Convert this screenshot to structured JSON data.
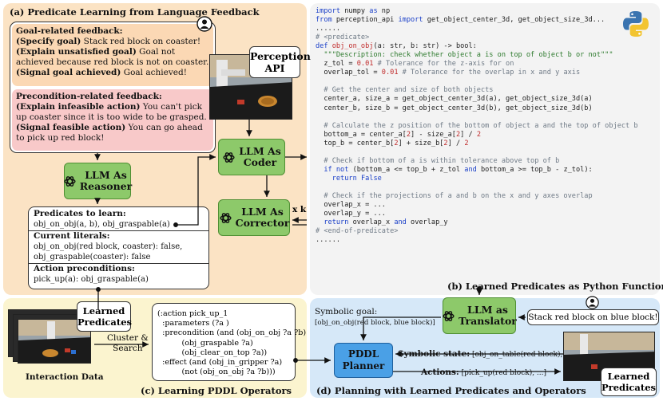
{
  "panels": {
    "a_title": "(a) Predicate Learning from Language Feedback",
    "b_title": "(b) Learned Predicates as Python Functions",
    "c_title": "(c) Learning PDDL Operators",
    "d_title": "(d) Planning with Learned Predicates and Operators"
  },
  "goal_feedback": {
    "heading": "Goal-related feedback:",
    "l1_tag": "(Specify goal)",
    "l1_text": " Stack red block on coaster!",
    "l2_tag": "(Explain unsatisfied goal)",
    "l2_text": " Goal not achieved because red block is not on coaster.",
    "l3_tag": "(Signal goal achieved)",
    "l3_text": " Goal achieved!"
  },
  "precond_feedback": {
    "heading": "Precondition-related feedback:",
    "l1_tag": "(Explain infeasible action)",
    "l1_text": " You can't pick up coaster since it is too wide to be grasped.",
    "l2_tag": "(Signal feasible action)",
    "l2_text": " You can go ahead to pick up red block!"
  },
  "llm": {
    "reasoner_a": "LLM As",
    "reasoner_b": "Reasoner",
    "coder_a": "LLM As",
    "coder_b": "Coder",
    "corrector_a": "LLM As",
    "corrector_b": "Corrector",
    "translator_a": "LLM as",
    "translator_b": "Translator"
  },
  "perception": {
    "a": "Perception",
    "b": "API"
  },
  "xk": "x k",
  "predicates_box": {
    "learn_h": "Predicates to learn:",
    "learn_v": "obj_on_obj(a, b), obj_graspable(a)",
    "lit_h": "Current literals:",
    "lit_v1": "obj_on_obj(red block, coaster): false,",
    "lit_v2": "obj_graspable(coaster): false",
    "pre_h": "Action preconditions:",
    "pre_v": "pick_up(a): obj_graspable(a)"
  },
  "code_lines": [
    [
      [
        "kw",
        "import"
      ],
      [
        "",
        "  numpy "
      ],
      [
        "kw",
        "as"
      ],
      [
        "",
        "  np"
      ]
    ],
    [
      [
        "kw",
        "from"
      ],
      [
        "",
        "  perception_api "
      ],
      [
        "kw",
        "import"
      ],
      [
        "",
        "  get_object_center_3d, get_object_size_3d..."
      ]
    ],
    [
      [
        "",
        "......"
      ]
    ],
    [
      [
        "cm",
        "# <predicate>"
      ]
    ],
    [
      [
        "kw",
        "def"
      ],
      [
        "",
        "  "
      ],
      [
        "fn",
        "obj_on_obj"
      ],
      [
        "",
        "(a: str, b: str) -> bool:"
      ]
    ],
    [
      [
        "st",
        "    \"\"\"Description: check whether object a is on top of object b or not\"\"\""
      ]
    ],
    [
      [
        "",
        "    z_tol = "
      ],
      [
        "nm",
        "0.01"
      ],
      [
        "cm",
        "  # Tolerance for the z-axis for on"
      ]
    ],
    [
      [
        "",
        "    overlap_tol = "
      ],
      [
        "nm",
        "0.01"
      ],
      [
        "cm",
        "  # Tolerance for the overlap in x and y axis"
      ]
    ],
    [
      [
        "",
        "  "
      ]
    ],
    [
      [
        "cm",
        "    # Get the center and size of both objects"
      ]
    ],
    [
      [
        "",
        "    center_a, size_a = get_object_center_3d(a), get_object_size_3d(a)"
      ]
    ],
    [
      [
        "",
        "    center_b, size_b = get_object_center_3d(b), get_object_size_3d(b)"
      ]
    ],
    [
      [
        "",
        "  "
      ]
    ],
    [
      [
        "cm",
        "    # Calculate the z position of the bottom of object a and the top of object b"
      ]
    ],
    [
      [
        "",
        "    bottom_a = center_a["
      ],
      [
        "nm",
        "2"
      ],
      [
        "",
        "] - size_a["
      ],
      [
        "nm",
        "2"
      ],
      [
        "",
        "] / "
      ],
      [
        "nm",
        "2"
      ]
    ],
    [
      [
        "",
        "    top_b = center_b["
      ],
      [
        "nm",
        "2"
      ],
      [
        "",
        "] + size_b["
      ],
      [
        "nm",
        "2"
      ],
      [
        "",
        "] / "
      ],
      [
        "nm",
        "2"
      ]
    ],
    [
      [
        "",
        "  "
      ]
    ],
    [
      [
        "cm",
        "    # Check if bottom of a is within tolerance above top of b"
      ]
    ],
    [
      [
        "",
        "    "
      ],
      [
        "kw",
        "if not"
      ],
      [
        "",
        "  (bottom_a <= top_b + z_tol "
      ],
      [
        "kw",
        "and"
      ],
      [
        "",
        "  bottom_a >= top_b - z_tol):"
      ]
    ],
    [
      [
        "",
        "        "
      ],
      [
        "kw",
        "return"
      ],
      [
        "",
        "  "
      ],
      [
        "kw",
        "False"
      ]
    ],
    [
      [
        "",
        "  "
      ]
    ],
    [
      [
        "cm",
        "    # Check if the projections of a and b on the x and y axes overlap"
      ]
    ],
    [
      [
        "",
        "    overlap_x = ..."
      ]
    ],
    [
      [
        "",
        "    overlap_y = ..."
      ]
    ],
    [
      [
        "",
        "    "
      ],
      [
        "kw",
        "return"
      ],
      [
        "",
        "  overlap_x "
      ],
      [
        "kw",
        "and"
      ],
      [
        "",
        "  overlap_y"
      ]
    ],
    [
      [
        "cm",
        "# <end-of-predicate>"
      ]
    ],
    [
      [
        "",
        "......"
      ]
    ]
  ],
  "learned_predicates": {
    "a": "Learned",
    "b": "Predicates"
  },
  "interaction_data": "Interaction Data",
  "cluster": {
    "a": "Cluster &",
    "b": "Search"
  },
  "pddl_op": [
    "(:action pick_up_1",
    "  :parameters (?a )",
    "  :precondition (and (obj_on_obj ?a ?b)",
    "          (obj_graspable ?a)",
    "          (obj_clear_on_top ?a))",
    "  :effect (and (obj_in_gripper ?a)",
    "          (not (obj_on_obj ?a ?b)))"
  ],
  "planning": {
    "sym_goal_h": "Symbolic goal:",
    "sym_goal_v": "[obj_on_obj(red block, blue block)]",
    "instruction": "Stack red block on blue block!",
    "planner_a": "PDDL",
    "planner_b": "Planner",
    "sym_state_h": "Symbolic state:",
    "sym_state_v": " [obj_on_table(red block), ...]",
    "actions_h": "Actions:",
    "actions_v": " [pick_up(red block), ...]",
    "lp_a": "Learned",
    "lp_b": "Predicates"
  },
  "colors": {
    "panel_a": "#fbe3c4",
    "panel_b": "#f3f3f3",
    "panel_c": "#fbf4cf",
    "panel_d": "#d6e8f8",
    "goal_box": "#fbd8b4",
    "precond_box": "#f8c9c9",
    "llm_green": "#8dc96a",
    "planner_blue": "#4aa0e6"
  }
}
